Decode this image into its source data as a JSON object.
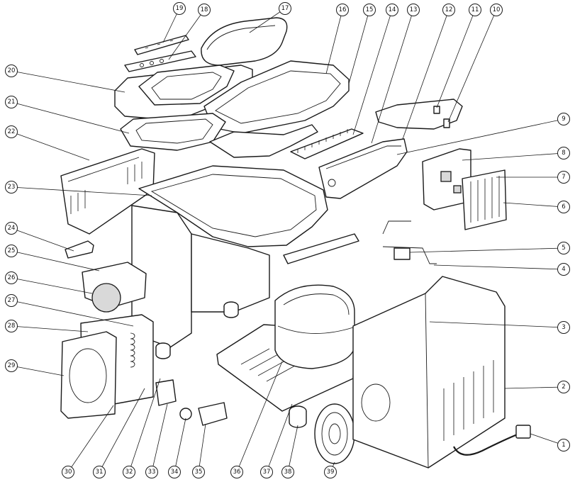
{
  "callouts": [
    {
      "id": "c19",
      "label": "19"
    },
    {
      "id": "c18",
      "label": "18"
    },
    {
      "id": "c17",
      "label": "17"
    },
    {
      "id": "c16",
      "label": "16"
    },
    {
      "id": "c15",
      "label": "15"
    },
    {
      "id": "c14",
      "label": "14"
    },
    {
      "id": "c13",
      "label": "13"
    },
    {
      "id": "c12",
      "label": "12"
    },
    {
      "id": "c11",
      "label": "11"
    },
    {
      "id": "c10",
      "label": "10"
    },
    {
      "id": "c20",
      "label": "20"
    },
    {
      "id": "c21",
      "label": "21"
    },
    {
      "id": "c22",
      "label": "22"
    },
    {
      "id": "c23",
      "label": "23"
    },
    {
      "id": "c24",
      "label": "24"
    },
    {
      "id": "c25",
      "label": "25"
    },
    {
      "id": "c26",
      "label": "26"
    },
    {
      "id": "c27",
      "label": "27"
    },
    {
      "id": "c28",
      "label": "28"
    },
    {
      "id": "c29",
      "label": "29"
    },
    {
      "id": "c9",
      "label": "9"
    },
    {
      "id": "c8",
      "label": "8"
    },
    {
      "id": "c7",
      "label": "7"
    },
    {
      "id": "c6",
      "label": "6"
    },
    {
      "id": "c5",
      "label": "5"
    },
    {
      "id": "c4",
      "label": "4"
    },
    {
      "id": "c3",
      "label": "3"
    },
    {
      "id": "c2",
      "label": "2"
    },
    {
      "id": "c1",
      "label": "1"
    },
    {
      "id": "c30",
      "label": "30"
    },
    {
      "id": "c31",
      "label": "31"
    },
    {
      "id": "c32",
      "label": "32"
    },
    {
      "id": "c33",
      "label": "33"
    },
    {
      "id": "c34",
      "label": "34"
    },
    {
      "id": "c35",
      "label": "35"
    },
    {
      "id": "c36",
      "label": "36"
    },
    {
      "id": "c37",
      "label": "37"
    },
    {
      "id": "c38",
      "label": "38"
    },
    {
      "id": "c39",
      "label": "39"
    }
  ]
}
